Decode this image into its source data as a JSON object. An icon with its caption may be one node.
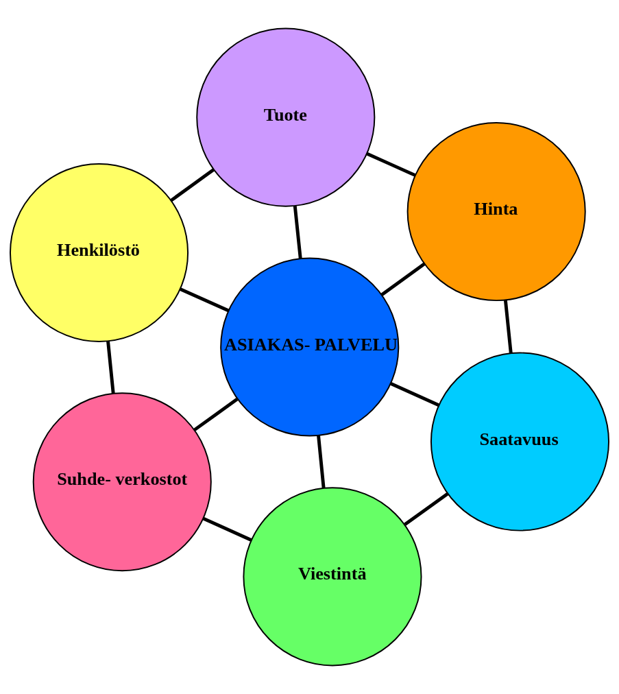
{
  "diagram": {
    "nodes": [
      {
        "text": [
          "Tuote"
        ]
      },
      {
        "text": [
          "Hinta"
        ]
      },
      {
        "text": [
          "Henkilöstö"
        ]
      },
      {
        "text": [
          "ASIAKAS- PALVELU"
        ]
      },
      {
        "text": [
          "Saatavuus"
        ]
      },
      {
        "text": [
          "Suhde- verkostot"
        ]
      },
      {
        "text": [
          "Viestintä"
        ]
      }
    ],
    "edges": [
      {
        "from": 0,
        "to": 2,
        "arrow": "none"
      },
      {
        "from": 2,
        "to": 5,
        "arrow": "none"
      },
      {
        "from": 5,
        "to": 6,
        "arrow": "none"
      },
      {
        "from": 6,
        "to": 4,
        "arrow": "none"
      },
      {
        "from": 4,
        "to": 1,
        "arrow": "none"
      },
      {
        "from": 1,
        "to": 0,
        "arrow": "none"
      },
      {
        "from": 3,
        "to": 0,
        "arrow": "none"
      },
      {
        "from": 3,
        "to": 2,
        "arrow": "none"
      },
      {
        "from": 3,
        "to": 5,
        "arrow": "none"
      },
      {
        "from": 3,
        "to": 6,
        "arrow": "none"
      },
      {
        "from": 3,
        "to": 4,
        "arrow": "none"
      },
      {
        "from": 3,
        "to": 1,
        "arrow": "none"
      }
    ]
  }
}
